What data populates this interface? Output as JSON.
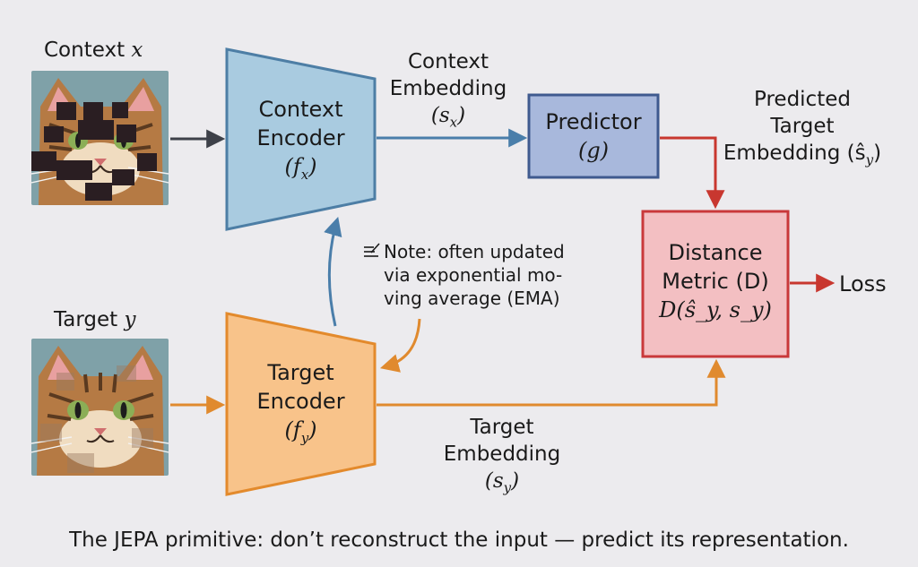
{
  "inputs": {
    "context": {
      "label": "Context",
      "var": "x"
    },
    "target": {
      "label": "Target",
      "var": "y"
    }
  },
  "nodes": {
    "context_encoder": {
      "line1": "Context",
      "line2": "Encoder",
      "symbol": "(f",
      "sub": "x",
      "close": ")"
    },
    "target_encoder": {
      "line1": "Target",
      "line2": "Encoder",
      "symbol": "(f",
      "sub": "y",
      "close": ")"
    },
    "predictor": {
      "line1": "Predictor",
      "symbol": "(g)"
    },
    "distance": {
      "line1": "Distance",
      "line2": "Metric (D)",
      "formula": "D(ŝ_y, s_y)"
    }
  },
  "edges": {
    "context_embedding": {
      "line1": "Context",
      "line2": "Embedding",
      "symbol": "(s",
      "sub": "x",
      "close": ")"
    },
    "predicted_embedding": {
      "line1": "Predicted",
      "line2": "Target",
      "line3": "Embedding (ŝ",
      "sub": "y",
      "close": ")"
    },
    "target_embedding": {
      "line1": "Target",
      "line2": "Embedding",
      "symbol": "(s",
      "sub": "y",
      "close": ")"
    },
    "loss": "Loss"
  },
  "note": {
    "icon": "note-icon",
    "text": "Note: often updated via exponential mo-ving average (EMA)",
    "line1": "Note: often updated",
    "line2": "via exponential mo-",
    "line3": "ving average (EMA)"
  },
  "caption": "The JEPA primitive: don’t reconstruct the input — predict its representation.",
  "colors": {
    "background": "#ecebee",
    "context_encoder_fill": "#a9cbe0",
    "context_encoder_stroke": "#4d7ea5",
    "target_encoder_fill": "#f8c38a",
    "target_encoder_stroke": "#e38a2c",
    "predictor_fill": "#a8b8dc",
    "predictor_stroke": "#3f5a8f",
    "distance_fill": "#f3bfc2",
    "distance_stroke": "#c9383a",
    "arrow_context": "#3d4048",
    "arrow_blue": "#4a7eaa",
    "arrow_red": "#c8372f",
    "arrow_orange": "#e08a2e"
  }
}
